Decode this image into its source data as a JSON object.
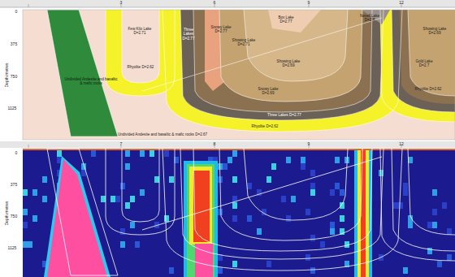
{
  "diagram": {
    "nodes": [
      {
        "text": [
          "Undivided Andesite and basaltic & mafic rocks"
        ]
      },
      {
        "text": [
          "Few Kilo Lake D=2.71"
        ]
      },
      {
        "text": [
          "Rhyolite D=2.62"
        ]
      },
      {
        "text": [
          "Three Lakes D=2.77"
        ]
      },
      {
        "text": [
          "Snowy Lake D=2.77"
        ]
      },
      {
        "text": [
          "Showing Lake D=2.71"
        ]
      },
      {
        "text": [
          "Box Lake D=2.77"
        ]
      },
      {
        "text": [
          "Showing Lake D=2.69"
        ]
      },
      {
        "text": [
          "Snowy Lake D=2.69"
        ]
      },
      {
        "text": [
          "Three Lakes D=2.77"
        ]
      },
      {
        "text": [
          "Rhyolite D=2.62"
        ]
      },
      {
        "text": [
          "Undivided Andesite and basaltic & mafic rocks D=2.67"
        ]
      },
      {
        "text": [
          "Nevell Lake D=2.7"
        ]
      },
      {
        "text": [
          "Showing Lake D=2.69"
        ]
      },
      {
        "text": [
          "Gold Lake D=2.7"
        ]
      },
      {
        "text": [
          "Rhyolite D=2.62"
        ]
      }
    ],
    "labels": [
      "3",
      "6",
      "9",
      "12",
      "Depth metres",
      "0",
      "375",
      "750",
      "1125",
      "7",
      "8",
      "9",
      "12",
      "Depth metres",
      "0",
      "375",
      "750",
      "1125"
    ]
  }
}
